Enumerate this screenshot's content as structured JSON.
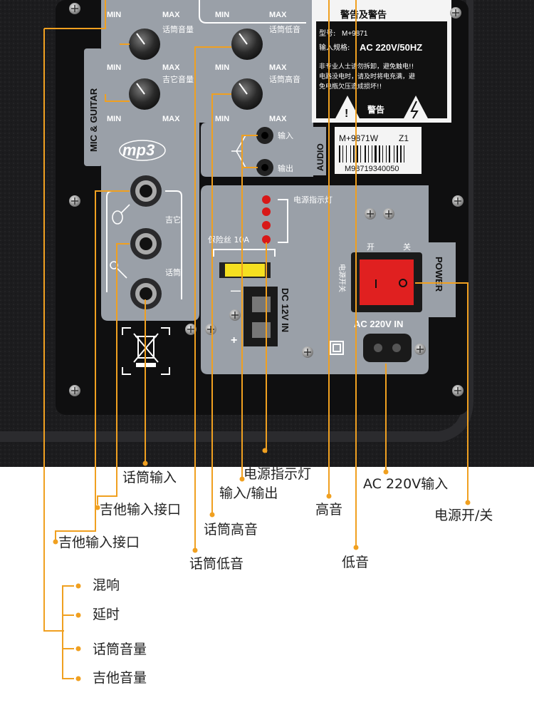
{
  "colors": {
    "cabinet": "#1c1c1e",
    "plate": "#9aa0a8",
    "leader": "#f0a020",
    "switch": "#e02020",
    "led": "#d81818",
    "fuse": "#f5e020"
  },
  "panel": {
    "section_mic_guitar": "MIC & GUITAR",
    "section_audio": "AUDIO",
    "section_power": "POWER",
    "mp3_logo": "mp3",
    "knob_min": "MIN",
    "knob_max": "MAX",
    "knobs": {
      "mic_volume": "话筒音量",
      "guitar_volume": "吉它音量",
      "mic_bass": "话筒低音",
      "mic_treble": "话筒高音"
    },
    "jack_guitar": "吉它",
    "jack_mic": "话筒",
    "audio_in": "输入",
    "audio_out": "输出",
    "power_led": "电源指示灯",
    "fuse": "保险丝 10A",
    "dc_label": "DC 12V IN",
    "dc_minus": "—",
    "dc_plus": "+",
    "switch_on": "开",
    "switch_off": "关",
    "switch_label": "电源开关",
    "ac_label": "AC 220V IN",
    "warning": {
      "title": "警告及警告",
      "model_label": "型号:",
      "model_value": "M+9871",
      "spec_label": "输入规格:",
      "spec_value": "AC 220V/50HZ",
      "line1": "非专业人士请勿拆卸，避免触电!!",
      "line2": "电路没电时，请及时将电充满，避",
      "line3": "免电瓶欠压造成损坏!!",
      "footer": "警告"
    },
    "barcode_top": "M+9871W",
    "barcode_z": "Z1",
    "barcode_num": "M98719340050"
  },
  "callouts": {
    "mic_input": "话筒输入",
    "guitar_input_1": "吉他输入接口",
    "guitar_input_2": "吉他输入接口",
    "mic_treble": "话筒高音",
    "mic_bass": "话筒低音",
    "power_indicator": "电源指示灯",
    "io": "输入/输出",
    "treble": "高音",
    "bass": "低音",
    "ac_input": "AC 220V输入",
    "power_switch": "电源开/关",
    "reverb": "混响",
    "delay": "延时",
    "mic_volume": "话筒音量",
    "guitar_volume": "吉他音量"
  }
}
